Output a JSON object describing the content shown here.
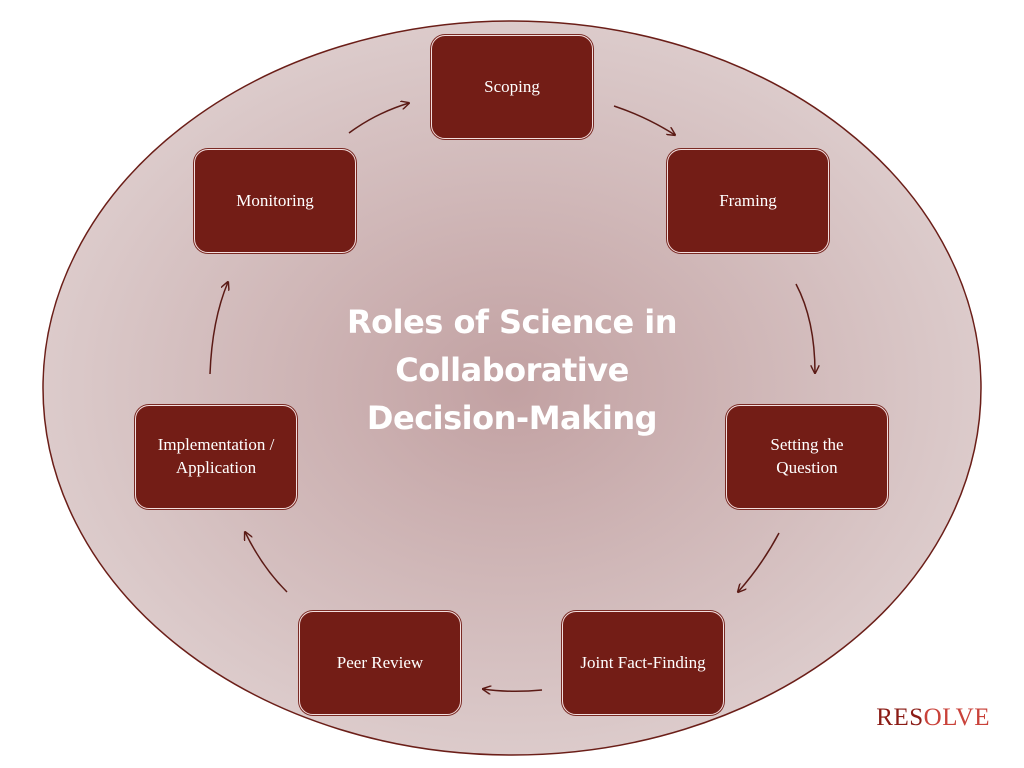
{
  "diagram": {
    "title": "Roles of Science in\nCollaborative\nDecision-Making",
    "steps": [
      {
        "label": "Scoping"
      },
      {
        "label": "Framing"
      },
      {
        "label": "Setting the\nQuestion"
      },
      {
        "label": "Joint Fact-Finding"
      },
      {
        "label": "Peer Review"
      },
      {
        "label": "Implementation /\nApplication"
      },
      {
        "label": "Monitoring"
      }
    ]
  },
  "logo": {
    "part1": "RES",
    "part2": "O",
    "part3": "LVE"
  },
  "colors": {
    "box_fill": "#731d16",
    "box_border": "#f3dede",
    "ellipse_center": "#c2a1a2",
    "ellipse_edge": "#dccbcb",
    "ellipse_outline": "#6b1e18",
    "arrow": "#5b1a15",
    "logo_dark": "#8b1c16",
    "logo_accent": "#c9423a"
  }
}
